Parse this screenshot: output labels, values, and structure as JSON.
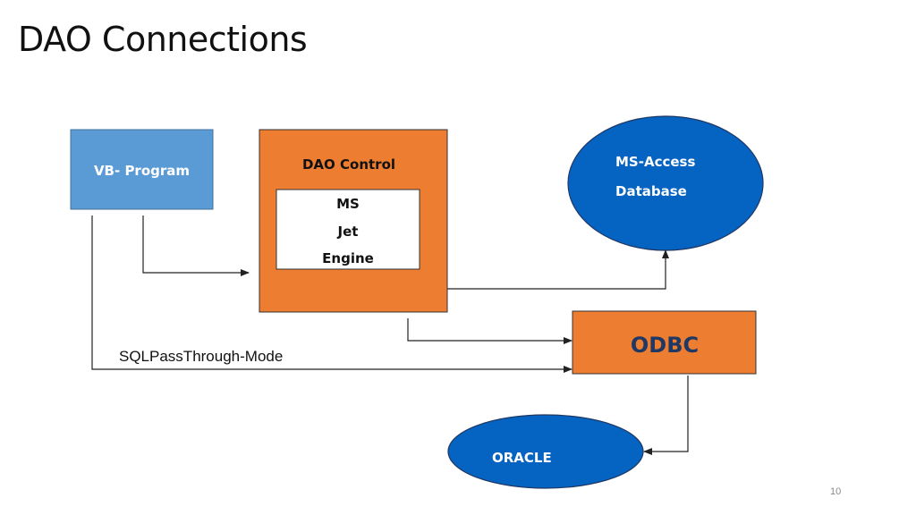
{
  "slide": {
    "title": "DAO Connections",
    "page_number": "10"
  },
  "nodes": {
    "vb_program": "VB- Program",
    "dao_control": "DAO Control",
    "jet_engine": [
      "MS",
      "Jet",
      "Engine"
    ],
    "ms_access": [
      "MS-Access",
      "Database"
    ],
    "odbc": "ODBC",
    "oracle": "ORACLE"
  },
  "edges": {
    "sqlpassthrough_label": "SQLPassThrough-Mode"
  },
  "colors": {
    "vb_fill": "#5B9BD5",
    "dao_fill": "#ED7D31",
    "db_fill": "#0563C1",
    "line": "#222222"
  }
}
